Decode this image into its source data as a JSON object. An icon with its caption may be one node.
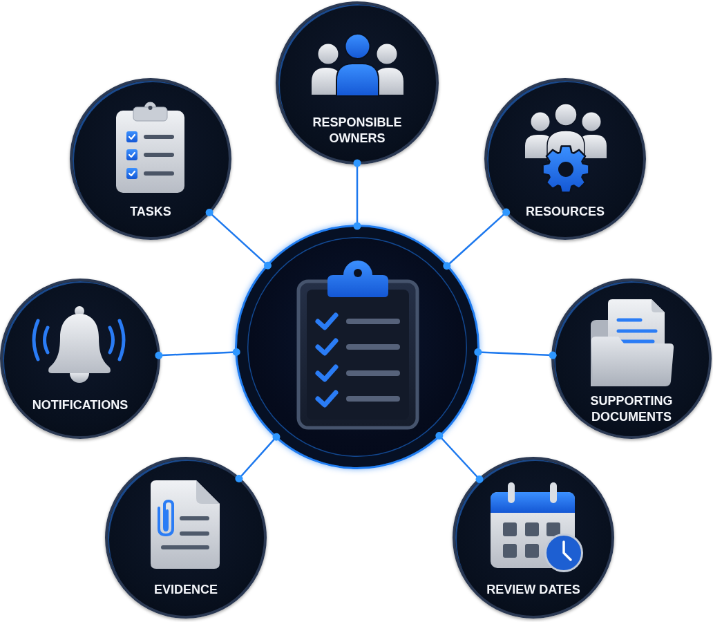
{
  "diagram": {
    "nodes": [
      {
        "text": [
          "RESPONSIBLE OWNERS"
        ]
      },
      {
        "text": [
          "TASKS"
        ]
      },
      {
        "text": [
          "RESOURCES"
        ]
      },
      {
        "text": [],
        "shape": "circle"
      },
      {
        "text": [
          "NOTIFICATIONS"
        ]
      },
      {
        "text": [
          "SUPPORTING DOCUMENTS"
        ]
      },
      {
        "text": [
          "EVIDENCE"
        ]
      },
      {
        "text": [
          "REVIEW DATES"
        ]
      }
    ],
    "edges": [
      {
        "from": 3,
        "to": 0,
        "arrow": "other"
      },
      {
        "from": 3,
        "to": 1,
        "arrow": "other"
      },
      {
        "from": 3,
        "to": 2,
        "arrow": "other"
      },
      {
        "from": 3,
        "to": 4,
        "arrow": "other"
      },
      {
        "from": 3,
        "to": 5,
        "arrow": "other"
      },
      {
        "from": 3,
        "to": 6,
        "arrow": "other"
      },
      {
        "from": 3,
        "to": 7,
        "arrow": "other"
      }
    ]
  }
}
